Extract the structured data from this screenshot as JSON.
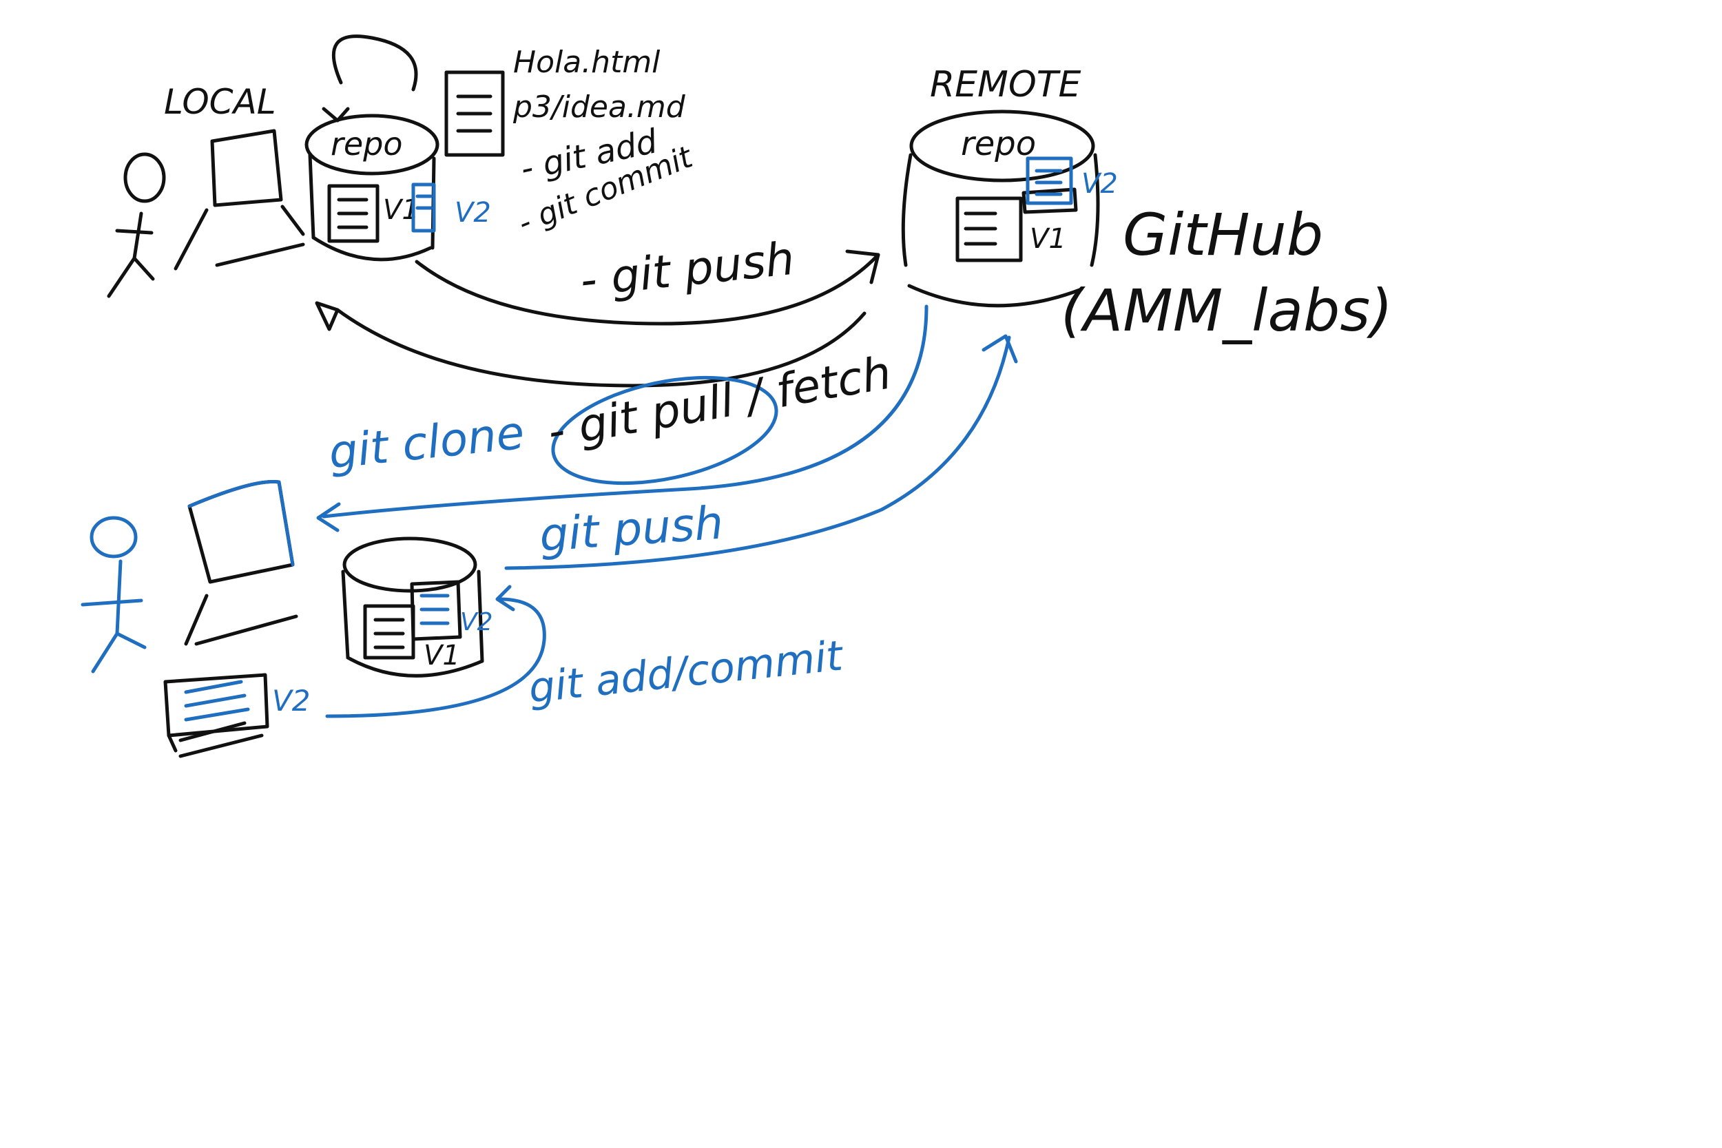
{
  "colors": {
    "ink": "#111111",
    "accent": "#1f6ebf",
    "background": "#ffffff"
  },
  "labels": {
    "local": "LOCAL",
    "remote": "REMOTE",
    "repo_local": "repo",
    "repo_remote": "repo",
    "github": "GitHub",
    "org": "(AMM_labs)",
    "files_note_1": "Hola.html",
    "files_note_2": "p3/idea.md",
    "cmd_git_add": "- git add",
    "cmd_git_commit": "- git commit",
    "cmd_git_push": "- git push",
    "cmd_git_pull": "- git pull / fetch",
    "cmd_git_clone": "git clone",
    "cmd_git_push_blue": "git push",
    "cmd_git_add_commit": "git add/commit",
    "v1_local": "V1",
    "v2_local": "V2",
    "v1_remote": "V1",
    "v2_remote": "V2",
    "v1_clone": "V1",
    "v2_clone_repo": "V2",
    "v2_clone_file": "V2"
  },
  "icons": [
    "person-icon",
    "laptop-icon",
    "repo-cylinder-icon",
    "document-icon",
    "arrow-icon"
  ]
}
